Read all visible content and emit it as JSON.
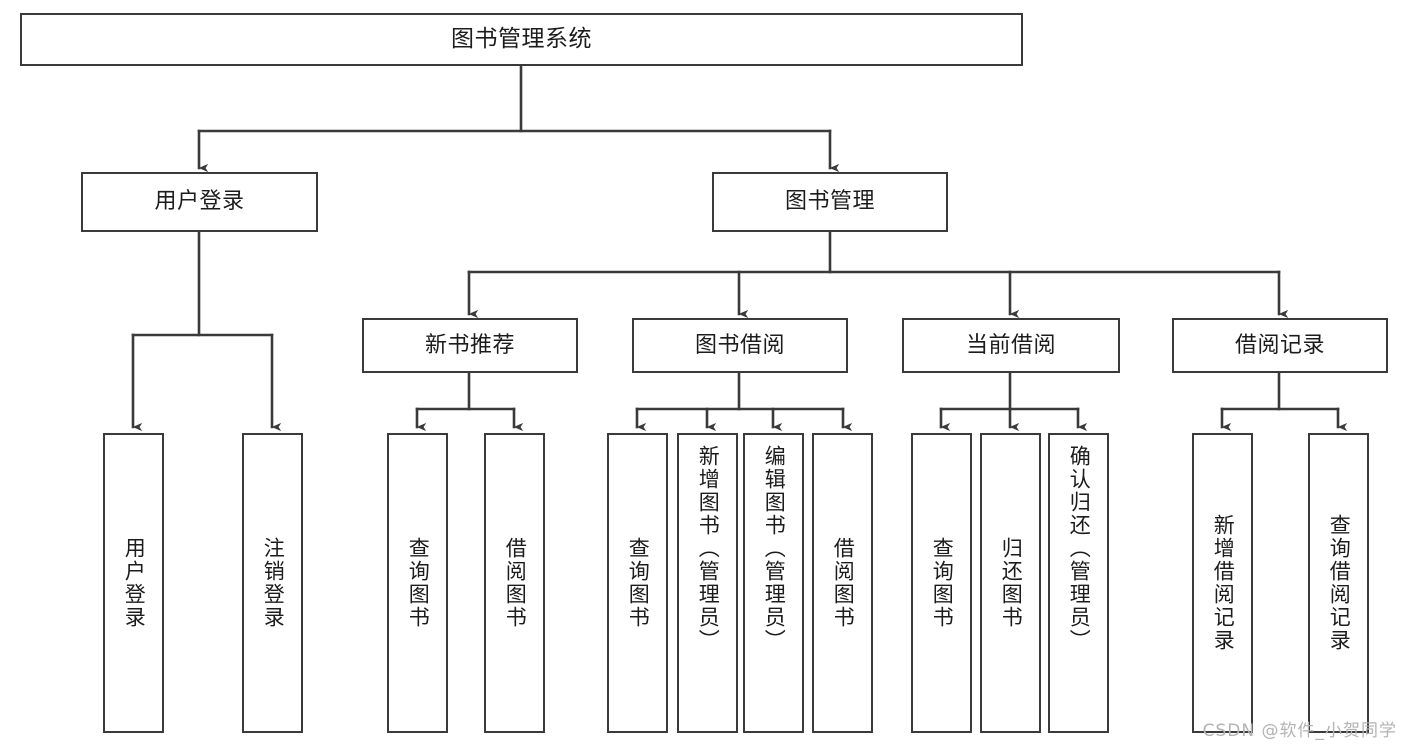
{
  "diagram": {
    "type": "tree-hierarchy",
    "title": "图书管理系统",
    "watermark": "CSDN @软件_小贺同学",
    "colors": {
      "box_border": "#3a3a3a",
      "box_fill": "#ffffff",
      "connector": "#3a3a3a",
      "text": "#1c1c1c",
      "watermark": "#b3b3b3",
      "background": "#ffffff"
    },
    "levels": {
      "root": {
        "label": "图书管理系统"
      },
      "level2": [
        {
          "label": "用户登录"
        },
        {
          "label": "图书管理"
        }
      ],
      "level3": [
        {
          "label": "新书推荐"
        },
        {
          "label": "图书借阅"
        },
        {
          "label": "当前借阅"
        },
        {
          "label": "借阅记录"
        }
      ],
      "leaves": {
        "user_login": [
          {
            "label": "用户登录"
          },
          {
            "label": "注销登录"
          }
        ],
        "new_book_recommend": [
          {
            "label": "查询图书"
          },
          {
            "label": "借阅图书"
          }
        ],
        "book_borrow": [
          {
            "label": "查询图书"
          },
          {
            "label": "新增图书（管理员）"
          },
          {
            "label": "编辑图书（管理员）"
          },
          {
            "label": "借阅图书"
          }
        ],
        "current_borrow": [
          {
            "label": "查询图书"
          },
          {
            "label": "归还图书"
          },
          {
            "label": "确认归还（管理员）"
          }
        ],
        "borrow_record": [
          {
            "label": "新增借阅记录"
          },
          {
            "label": "查询借阅记录"
          }
        ]
      }
    }
  }
}
